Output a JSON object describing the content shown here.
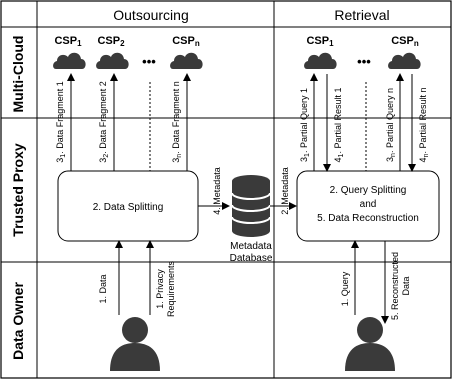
{
  "headers": {
    "outsourcing": "Outsourcing",
    "retrieval": "Retrieval"
  },
  "lanes": {
    "multi_cloud": "Multi-Cloud",
    "trusted_proxy": "Trusted Proxy",
    "data_owner": "Data Owner"
  },
  "csp": {
    "prefix": "CSP",
    "sub1": "1",
    "sub2": "2",
    "subn": "n",
    "dots": "•••"
  },
  "outsourcing": {
    "fragment1": {
      "pre": "3",
      "sub": "1",
      "post": ". Data Fragment 1"
    },
    "fragment2": {
      "pre": "3",
      "sub": "2",
      "post": ". Data Fragment 2"
    },
    "fragmentn": {
      "pre": "3",
      "sub": "n",
      "post": ". Data Fragment n"
    },
    "splitting": "2. Data Splitting",
    "metadata": "4. Metadata",
    "data": "1. Data",
    "privacy_1": "1. Privacy",
    "privacy_2": "Requirements"
  },
  "database": {
    "line1": "Metadata",
    "line2": "Database"
  },
  "retrieval": {
    "metadata": "2. Metadata",
    "query_splitting_1": "2. Query Splitting",
    "query_splitting_2": "and",
    "query_splitting_3": "5. Data Reconstruction",
    "partial_query_1": {
      "pre": "3",
      "sub": "1",
      "post": ". Partial Query 1"
    },
    "partial_result_1": {
      "pre": "4",
      "sub": "1",
      "post": ". Partial Result 1"
    },
    "partial_query_n": {
      "pre": "3",
      "sub": "n",
      "post": ". Partial Query n"
    },
    "partial_result_n": {
      "pre": "4",
      "sub": "n",
      "post": ". Partial Result n"
    },
    "query": "1. Query",
    "reconstructed_1": "5. Reconstructed",
    "reconstructed_2": "Data"
  },
  "icons": {
    "cloud": "cloud-icon",
    "user": "user-icon",
    "database": "database-icon"
  }
}
